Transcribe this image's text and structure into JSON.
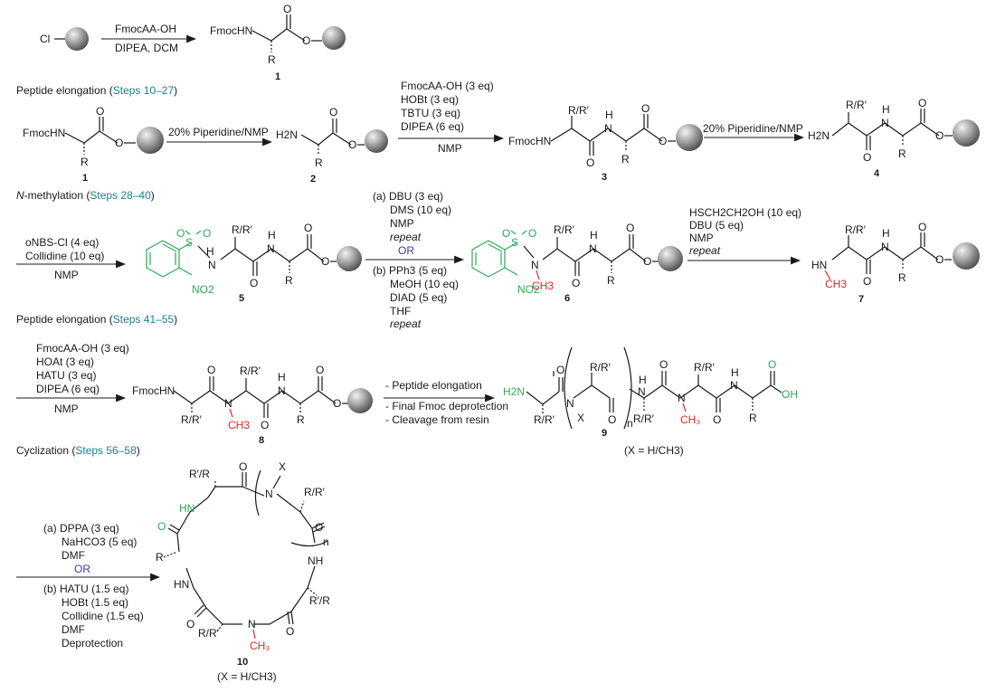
{
  "colors": {
    "step_ref": "#1e7d8a",
    "protecting_group": "#2bab58",
    "methyl": "#e0262a",
    "or_text": "#3b3aa8"
  },
  "icons": {
    "resin": "resin-bead-icon"
  },
  "row0": {
    "cl": "Cl",
    "reagent_top": "FmocAA-OH",
    "reagent_bottom": "DIPEA, DCM",
    "product_left": "FmocHN",
    "r": "R",
    "label": "1"
  },
  "sections": {
    "s1_prefix": "Peptide elongation (",
    "s1_steps": "Steps 10–27",
    "s1_suffix": ")",
    "s2_prefix": "-methylation (",
    "s2_n": "N",
    "s2_steps": "Steps 28–40",
    "s2_suffix": ")",
    "s3_prefix": "Peptide elongation (",
    "s3_steps": "Steps 41–55",
    "s3_suffix": ")",
    "s4_prefix": "Cyclization (",
    "s4_steps": "Steps 56–58",
    "s4_suffix": ")"
  },
  "row1": {
    "c1_left": "FmocHN",
    "c1_r": "R",
    "c1_label": "1",
    "arrow1": "20% Piperidine/NMP",
    "c2_h2n": "H2N",
    "c2_r": "R",
    "c2_label": "2",
    "reagents": [
      "FmocAA-OH (3 eq)",
      "HOBt (3 eq)",
      "TBTU (3 eq)",
      "DIPEA (6 eq)"
    ],
    "solvent": "NMP",
    "c3_left": "FmocHN",
    "c3_rr": "R/R′",
    "c3_h": "H",
    "c3_n": "N",
    "c3_r": "R",
    "c3_label": "3",
    "arrow3": "20% Piperidine/NMP",
    "c4_h2n": "H2N",
    "c4_rr": "R/R′",
    "c4_h": "H",
    "c4_n": "N",
    "c4_r": "R",
    "c4_label": "4"
  },
  "row2": {
    "pre_r1": "oNBS-Cl (4 eq)",
    "pre_r2": "Collidine (10 eq)",
    "pre_solvent": "NMP",
    "c5_s": "S",
    "c5_no2": "NO2",
    "c5_n": "N",
    "c5_h": "H",
    "c5_rr": "R/R′",
    "c5_r": "R",
    "c5_label": "5",
    "method_a": [
      "(a) DBU (3 eq)",
      "DMS (10 eq)",
      "NMP",
      "repeat"
    ],
    "or": "OR",
    "method_b": [
      "(b) PPh3 (5 eq)",
      "MeOH (10 eq)",
      "DIAD (5 eq)",
      "THF",
      "repeat"
    ],
    "c6_ch3": "CH3",
    "c6_label": "6",
    "reagents3": [
      "HSCH2CH2OH (10 eq)",
      "DBU (5 eq)",
      "NMP",
      "repeat"
    ],
    "c7_hn": "HN",
    "c7_ch3": "CH3",
    "c7_rr": "R/R′",
    "c7_r": "R",
    "c7_label": "7"
  },
  "row3": {
    "reagents": [
      "FmocAA-OH (3 eq)",
      "HOAt (3 eq)",
      "HATU (3 eq)",
      "DIPEA (6 eq)"
    ],
    "solvent": "NMP",
    "c8_left": "FmocHN",
    "c8_rr1": "R/R′",
    "c8_rr2": "R/R′",
    "c8_ch3": "CH3",
    "c8_r": "R",
    "c8_label": "8",
    "steps": [
      "- Peptide elongation",
      "- Final Fmoc deprotection",
      "- Cleavage from resin"
    ],
    "c9_h2n": "H2N",
    "c9_oh": "OH",
    "c9_x": "X",
    "c9_n_sub": "n",
    "c9_label": "9",
    "c9_note": "(X = H/CH3)"
  },
  "row4": {
    "method_a": [
      "(a) DPPA (3 eq)",
      "NaHCO3 (5 eq)",
      "DMF"
    ],
    "or": "OR",
    "method_b": [
      "(b) HATU (1.5 eq)",
      "HOBt (1.5 eq)",
      "Collidine (1.5 eq)",
      "DMF",
      "Deprotection"
    ],
    "c10_hn_green": "HN",
    "c10_o_green": "O",
    "c10_x": "X",
    "c10_n_sub": "n",
    "c10_label": "10",
    "c10_note": "(X = H/CH3)"
  }
}
